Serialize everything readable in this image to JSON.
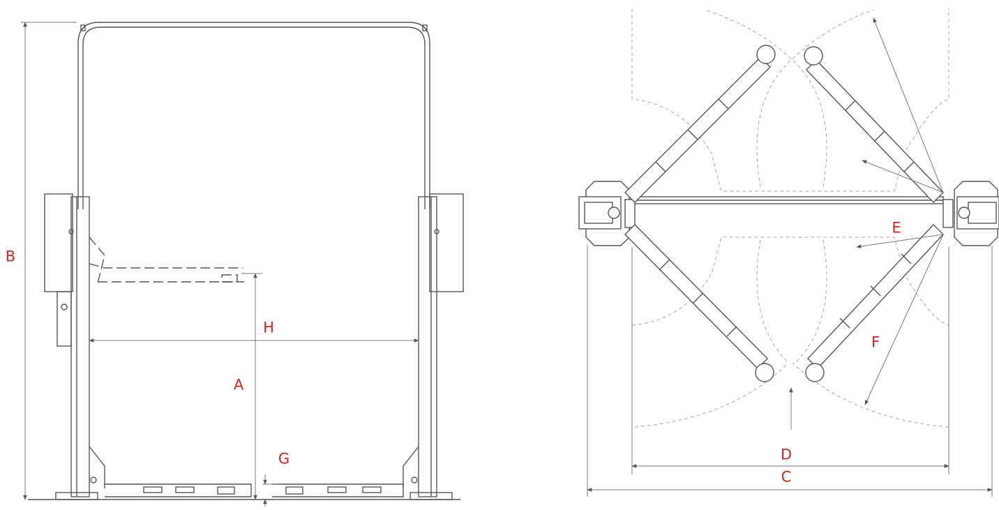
{
  "colors": {
    "label": "#e0201b",
    "line": "#555555",
    "dim": "#777777",
    "dashed": "#a8a8a8",
    "fill": "#ffffff"
  },
  "labels": {
    "A": "A",
    "B": "B",
    "C": "C",
    "D": "D",
    "E": "E",
    "F": "F",
    "G": "G",
    "H": "H"
  }
}
